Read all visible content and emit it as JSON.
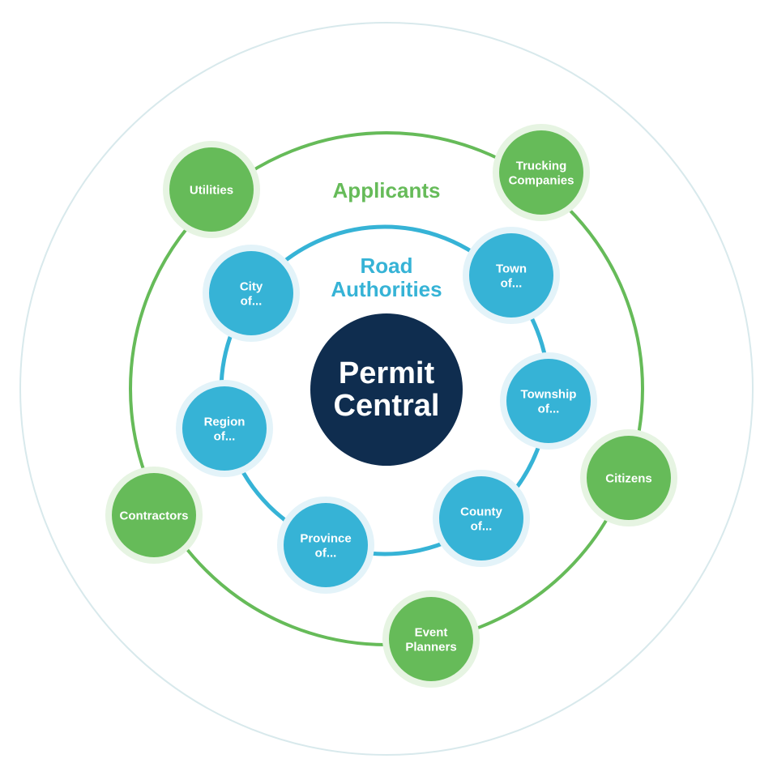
{
  "center": {
    "line1": "Permit",
    "line2": "Central",
    "color": "#0f2d4f"
  },
  "applicants": {
    "title": "Applicants",
    "color": "#66bb59",
    "halo": "#e6f4e2",
    "nodes": [
      {
        "id": "utilities",
        "lines": [
          "Utilities"
        ]
      },
      {
        "id": "trucking-companies",
        "lines": [
          "Trucking",
          "Companies"
        ]
      },
      {
        "id": "citizens",
        "lines": [
          "Citizens"
        ]
      },
      {
        "id": "event-planners",
        "lines": [
          "Event",
          "Planners"
        ]
      },
      {
        "id": "contractors",
        "lines": [
          "Contractors"
        ]
      }
    ]
  },
  "road_authorities": {
    "title_line1": "Road",
    "title_line2": "Authorities",
    "color": "#36b3d6",
    "halo": "#e3f3f9",
    "nodes": [
      {
        "id": "city",
        "lines": [
          "City",
          "of..."
        ]
      },
      {
        "id": "town",
        "lines": [
          "Town",
          "of..."
        ]
      },
      {
        "id": "township",
        "lines": [
          "Township",
          "of..."
        ]
      },
      {
        "id": "county",
        "lines": [
          "County",
          "of..."
        ]
      },
      {
        "id": "province",
        "lines": [
          "Province",
          "of..."
        ]
      },
      {
        "id": "region",
        "lines": [
          "Region",
          "of..."
        ]
      }
    ]
  },
  "outer_ring_color": "#d8e9ec"
}
